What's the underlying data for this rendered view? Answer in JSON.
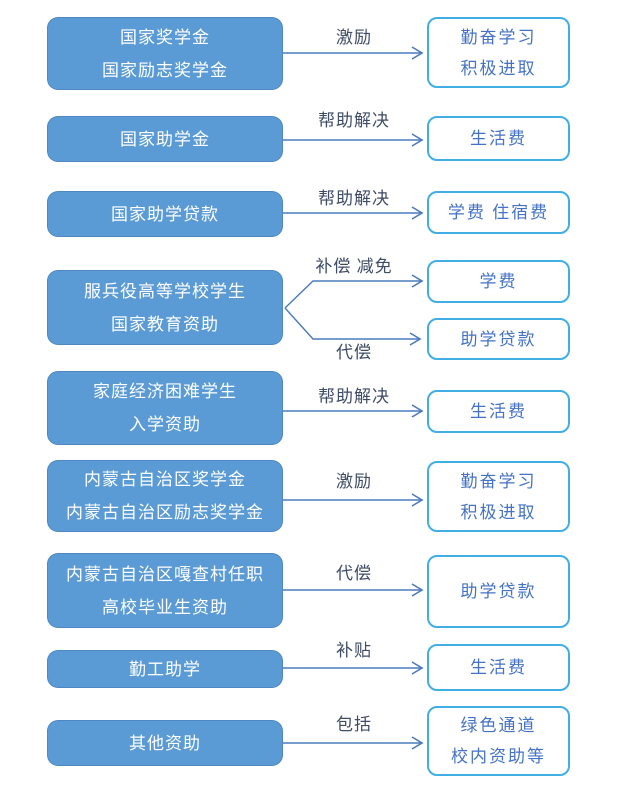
{
  "colors": {
    "box_fill": "#5B9BD5",
    "box_text": "#FFFFFF",
    "target_border": "#41AEE4",
    "target_text": "#4472C4",
    "arrow": "#4A7BBE",
    "label_text": "#3E4C66",
    "background": "#FFFFFF"
  },
  "diagram": {
    "rows": [
      {
        "source": "国家奖学金\n国家励志奖学金",
        "relation": "激励",
        "target": "勤奋学习\n积极进取"
      },
      {
        "source": "国家助学金",
        "relation": "帮助解决",
        "target": "生活费"
      },
      {
        "source": "国家助学贷款",
        "relation": "帮助解决",
        "target": "学费 住宿费"
      },
      {
        "source": "服兵役高等学校学生\n国家教育资助",
        "branches": [
          {
            "relation": "补偿 减免",
            "target": "学费"
          },
          {
            "relation": "代偿",
            "target": "助学贷款"
          }
        ]
      },
      {
        "source": "家庭经济困难学生\n入学资助",
        "relation": "帮助解决",
        "target": "生活费"
      },
      {
        "source": "内蒙古自治区奖学金\n内蒙古自治区励志奖学金",
        "relation": "激励",
        "target": "勤奋学习\n积极进取"
      },
      {
        "source": "内蒙古自治区嘎查村任职\n高校毕业生资助",
        "relation": "代偿",
        "target": "助学贷款"
      },
      {
        "source": "勤工助学",
        "relation": "补贴",
        "target": "生活费"
      },
      {
        "source": "其他资助",
        "relation": "包括",
        "target": "绿色通道\n校内资助等"
      }
    ]
  }
}
